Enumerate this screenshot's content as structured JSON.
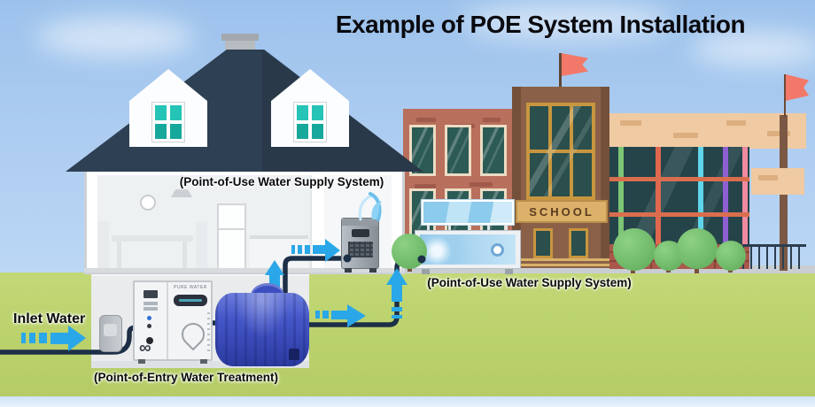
{
  "title": "Example of POE System Installation",
  "house": {
    "label": "(Point-of-Use Water Supply System)"
  },
  "school": {
    "sign": "SCHOOL",
    "station_label": "(Point-of-Use Water Supply System)"
  },
  "treatment": {
    "inlet_label": "Inlet Water",
    "label": "(Point-of-Entry Water Treatment)",
    "unit_brand": "PURE WATER",
    "unit_glyph": "∞"
  },
  "colors": {
    "sky": "#aecdf1",
    "grass": "#bcd36e",
    "roof": "#2e4053",
    "pipe": "#1d2f47",
    "arrow": "#2aa7e8",
    "tank_blue": "#4152c2",
    "school_brick": "#b86f5c",
    "tower_brown": "#8a6148",
    "sign_gold": "#dcb26a",
    "flag_red": "#f2796a",
    "window_teal": "#1cb8ab"
  }
}
